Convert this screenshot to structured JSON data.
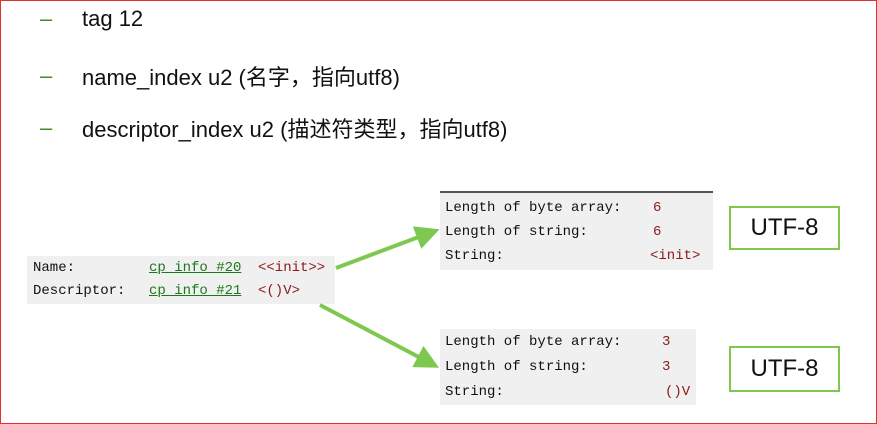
{
  "bullets": [
    {
      "marker": "–",
      "text": "tag 12"
    },
    {
      "marker": "–",
      "text": "name_index u2 (名字，指向utf8)"
    },
    {
      "marker": "–",
      "text": "descriptor_index u2 (描述符类型，指向utf8)"
    }
  ],
  "method_ref_panel": {
    "name_label": "Name:",
    "name_link": "cp info #20",
    "name_value": "<<init>>",
    "descriptor_label": "Descriptor:",
    "descriptor_link": "cp info #21",
    "descriptor_value": "<()V>"
  },
  "utf8_name_panel": {
    "byte_array_label": "Length of byte array:",
    "byte_array_value": "6",
    "string_length_label": "Length of string:",
    "string_length_value": "6",
    "string_label": "String:",
    "string_value": "<init>"
  },
  "utf8_descriptor_panel": {
    "byte_array_label": "Length of byte array:",
    "byte_array_value": "3",
    "string_length_label": "Length of string:",
    "string_length_value": "3",
    "string_label": "String:",
    "string_value": "()V"
  },
  "labels": {
    "utf8_top": "UTF-8",
    "utf8_bottom": "UTF-8"
  },
  "colors": {
    "arrow": "#7ec850",
    "border": "#e03030",
    "value": "#8b1a1a",
    "link": "#1a7a1a"
  }
}
